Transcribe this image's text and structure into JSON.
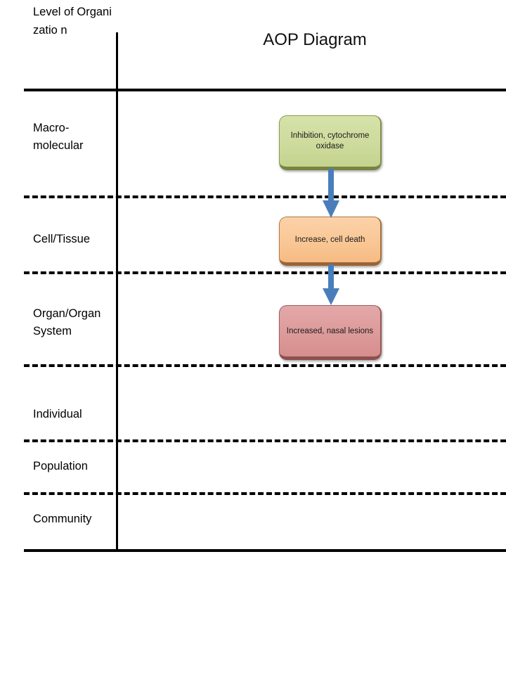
{
  "header": {
    "axis_label": "Level of Organizatio n",
    "title": "AOP Diagram"
  },
  "rows": [
    {
      "label": "Macro-\nmolecular"
    },
    {
      "label": "Cell/Tissue"
    },
    {
      "label": "Organ/Organ System"
    },
    {
      "label": "Individual"
    },
    {
      "label": "Population"
    },
    {
      "label": "Community"
    }
  ],
  "nodes": [
    {
      "label": "Inhibition, cytochrome oxidase",
      "level": "Macro-molecular",
      "fill": "#cddb9d",
      "border": "#8d9b55"
    },
    {
      "label": "Increase, cell death",
      "level": "Cell/Tissue",
      "fill": "#f9c795",
      "border": "#b57a46"
    },
    {
      "label": "Increased, nasal lesions",
      "level": "Organ/Organ System",
      "fill": "#dd9a9a",
      "border": "#a05e5e"
    }
  ],
  "connectors": [
    {
      "name": "arrow-mie-to-ke1",
      "from": "Inhibition, cytochrome oxidase",
      "to": "Increase, cell death",
      "color": "#4a7ebb"
    },
    {
      "name": "arrow-ke1-to-ao",
      "from": "Increase, cell death",
      "to": "Increased, nasal lesions",
      "color": "#4a7ebb"
    }
  ],
  "colors": {
    "rule": "#000000",
    "arrow": "#4a7ebb",
    "background": "#ffffff"
  }
}
